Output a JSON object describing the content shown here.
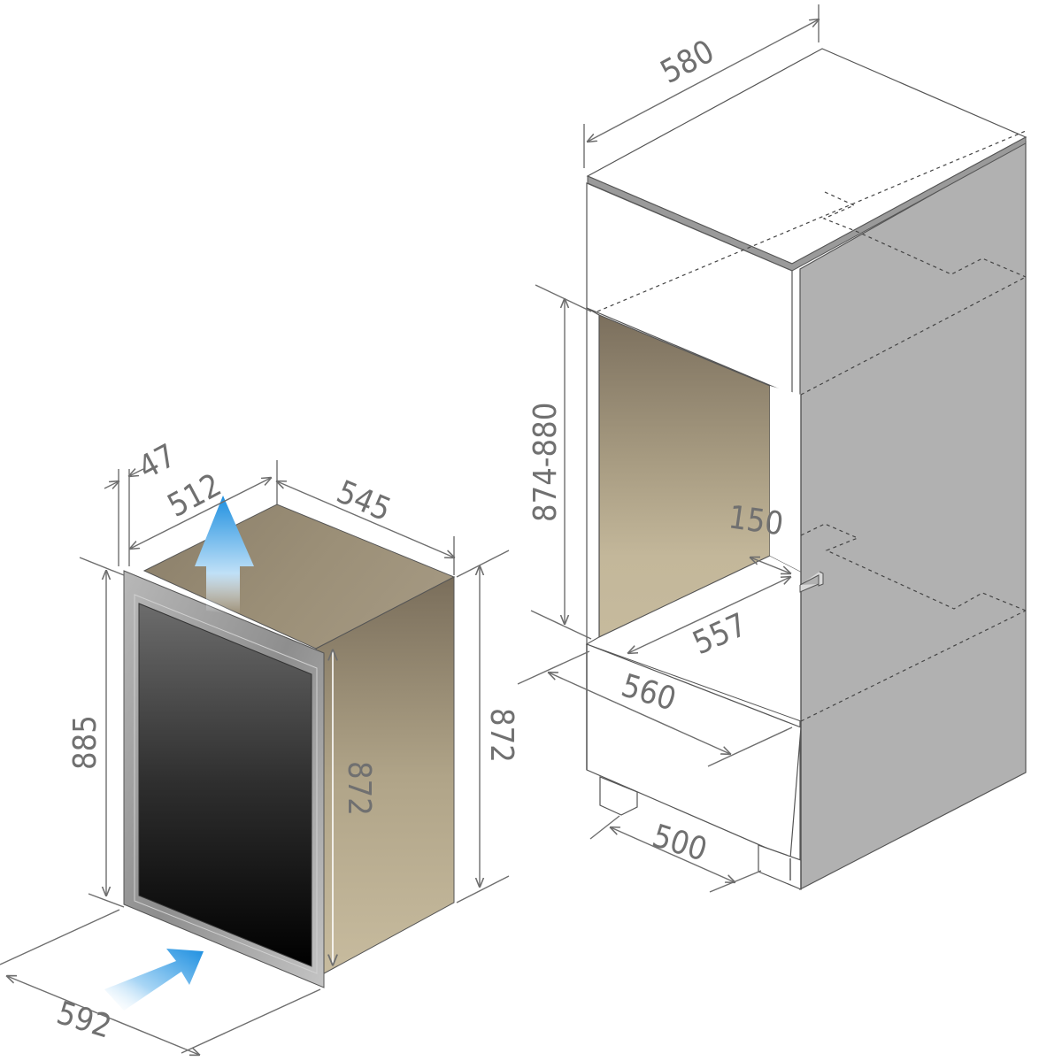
{
  "diagram": {
    "fridge": {
      "dims": {
        "vent_gap": "47",
        "depth_body": "512",
        "depth_top": "545",
        "height_door": "885",
        "height_body": "872",
        "height_side": "872",
        "width": "592"
      },
      "airflow": {
        "top_arrow_icon": "arrow-up-icon",
        "bottom_arrow_icon": "arrow-up-right-icon"
      }
    },
    "cabinet": {
      "dims": {
        "width_top": "580",
        "niche_height": "874-880",
        "vent_depth": "150",
        "niche_depth": "557",
        "niche_width": "560",
        "plinth_width": "500"
      }
    },
    "colors": {
      "cabinet_side": "#b2b2b2",
      "niche_dark": "#7a6f5c",
      "niche_light": "#c4b99c",
      "door_frame": "#a8a8a8",
      "glass_dark": "#000000",
      "glass_light": "#6a6a6a",
      "arrow_blue": "#1e90e0",
      "dimension_gray": "#707070"
    }
  }
}
